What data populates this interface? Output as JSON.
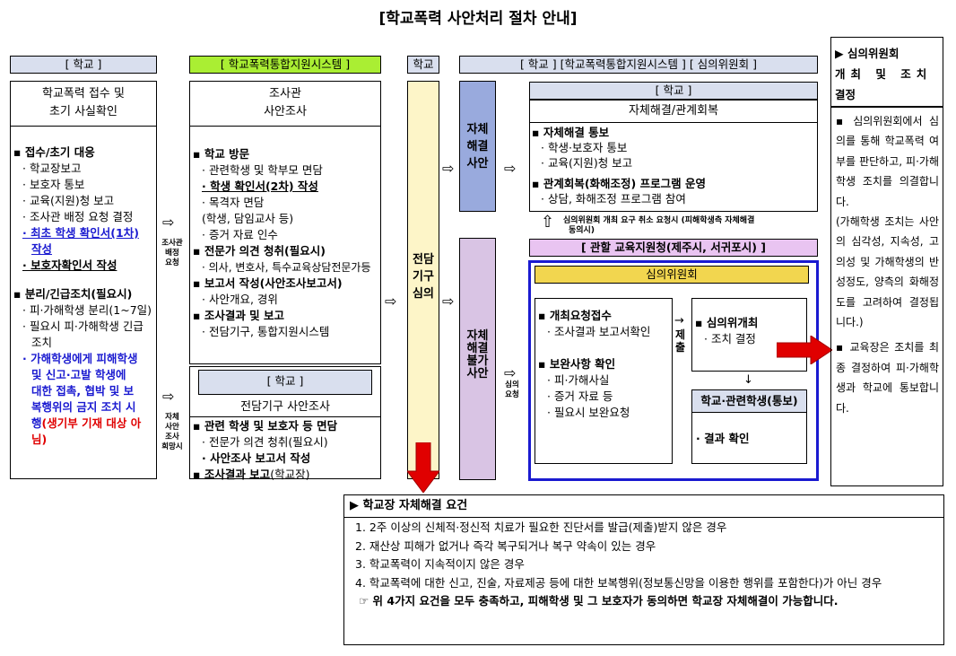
{
  "title": "[학교폭력 사안처리 절차 안내]",
  "col1": {
    "header": "[ 학교 ]",
    "box_title_1": "학교폭력 접수 및",
    "box_title_2": "초기 사실확인",
    "sec1_head": "▪ 접수/초기 대응",
    "sec1_items": [
      "· 학교장보고",
      "· 보호자 통보",
      "· 교육(지원)청 보고",
      "· 조사관 배정 요청 결정"
    ],
    "sec1_blue_1": "· 최초 학생 확인서(1차)",
    "sec1_blue_2": "작성",
    "sec1_bold": "· 보호자확인서 작성",
    "sec2_head": "▪ 분리/긴급조치(필요시)",
    "sec2_items": [
      "· 피·가해학생 분리(1~7일)",
      "· 필요시 피·가해학생 긴급",
      "조치"
    ],
    "sec2_blue": [
      "· 가해학생에게 피해학생",
      "및 신고·고발 학생에",
      "대한 접촉, 협박 및 보",
      "복행위의 금지 조치 시"
    ],
    "sec2_blue_end": "행",
    "sec2_red": "(생기부 기재 대상 아",
    "sec2_red_2": "님)"
  },
  "between_1": {
    "label_top": "조사관 배정 요청",
    "label_bottom": "자체 사안 조사 희망시"
  },
  "col2": {
    "header": "[ 학교폭력통합지원시스템 ]",
    "box_title_1": "조사관",
    "box_title_2": "사안조사",
    "sec1_head": "▪ 학교 방문",
    "sec1_items": [
      "· 관련학생 및 학부모 면담"
    ],
    "sec1_bold": "· 학생 확인서(2차) 작성",
    "sec1_items2": [
      "· 목격자 면담",
      "(학생, 담임교사 등)",
      "· 증거 자료 인수"
    ],
    "sec2_head": "▪ 전문가 의견 청취(필요시)",
    "sec2_items": [
      "· 의사, 변호사, 특수교육상담전문가등"
    ],
    "sec3_head": "▪ 보고서 작성(사안조사보고서)",
    "sec3_items": [
      "· 사안개요, 경위"
    ],
    "sec4_head": "▪ 조사결과 및 보고",
    "sec4_items": [
      "· 전담기구, 통합지원시스템"
    ],
    "sub_header": "[ 학교 ]",
    "sub_title": "전담기구 사안조사",
    "sub_items_bold_1": "▪ 관련 학생 및 보호자 등 면담",
    "sub_items": [
      "· 전문가 의견 청취(필요시)"
    ],
    "sub_bold_2": "· 사안조사 보고서 작성",
    "sub_bold_3": "▪ 조사결과 보고",
    "sub_bold_3_tail": "(학교장)"
  },
  "col3": {
    "header": "학교",
    "label": "전담 기구 심의"
  },
  "col4": {
    "header": "[ 학교 ] [학교폭력통합지원시스템 ] [ 심의위원회 ]",
    "self_label": "자체 해결 사안",
    "notself_label": "자체 해결 불가 사안",
    "request_label": "심의 요청",
    "school_header": "[ 학교 ]",
    "school_title": "자체해결/관계회복",
    "s1_head": "▪ 자체해결 통보",
    "s1_items": [
      "· 학생·보호자 통보",
      "· 교육(지원)청 보고"
    ],
    "s2_head": "▪ 관계회복(화해조정) 프로그램 운영",
    "s2_items": [
      "· 상담, 화해조정 프로그램 참여"
    ],
    "cancel_note_1": "심의위원회 개최 요구 취소 요청시 (피해학생측 자체해결",
    "cancel_note_2": "동의시)",
    "office_label": "[ 관할 교육지원청(제주시, 서귀포시) ]",
    "committee_title": "심의위원회",
    "req_head": "▪ 개최요청접수",
    "req_items": [
      "· 조사결과 보고서확인"
    ],
    "sup_head": "▪ 보완사항 확인",
    "sup_items": [
      "· 피·가해사실",
      "· 증거 자료 등",
      "· 필요시 보완요청"
    ],
    "submit_label": "제출",
    "meet_head": "▪ 심의위개최",
    "meet_items": [
      "· 조치 결정"
    ],
    "notify_title": "학교·관련학생(통보)",
    "notify_item": "· 결과 확인"
  },
  "col5": {
    "header_1": "▶ 심의위원회",
    "header_2": "개최 및 조치",
    "header_3": "결정",
    "body_1": "▪ 심의위원회에서 심의를 통해 학교폭력 여부를 판단하고, 피·가해학생 조치를 의결합니다.",
    "body_2": "(가해학생 조치는 사안의 심각성, 지속성, 고의성 및 가해학생의 반성정도, 양측의 화해정도를 고려하여 결정됩니다.)",
    "body_3": "▪ 교육장은 조치를 최종 결정하여 피·가해학생과 학교에 통보합니다."
  },
  "bottom": {
    "title": "▶ 학교장 자체해결 요건",
    "items": [
      "1. 2주 이상의 신체적·정신적 치료가 필요한 진단서를 발급(제출)받지 않은 경우",
      "2. 재산상 피해가 없거나 즉각 복구되거나 복구 약속이 있는 경우",
      "3. 학교폭력이 지속적이지 않은 경우",
      "4. 학교폭력에 대한 신고, 진술, 자료제공 등에 대한 보복행위(정보통신망을 이용한 행위를 포함한다)가 아닌 경우"
    ],
    "note": "☞ 위 4가지 요건을 모두 충족하고, 피해학생 및 그 보호자가 동의하면 학교장 자체해결이 가능합니다."
  }
}
